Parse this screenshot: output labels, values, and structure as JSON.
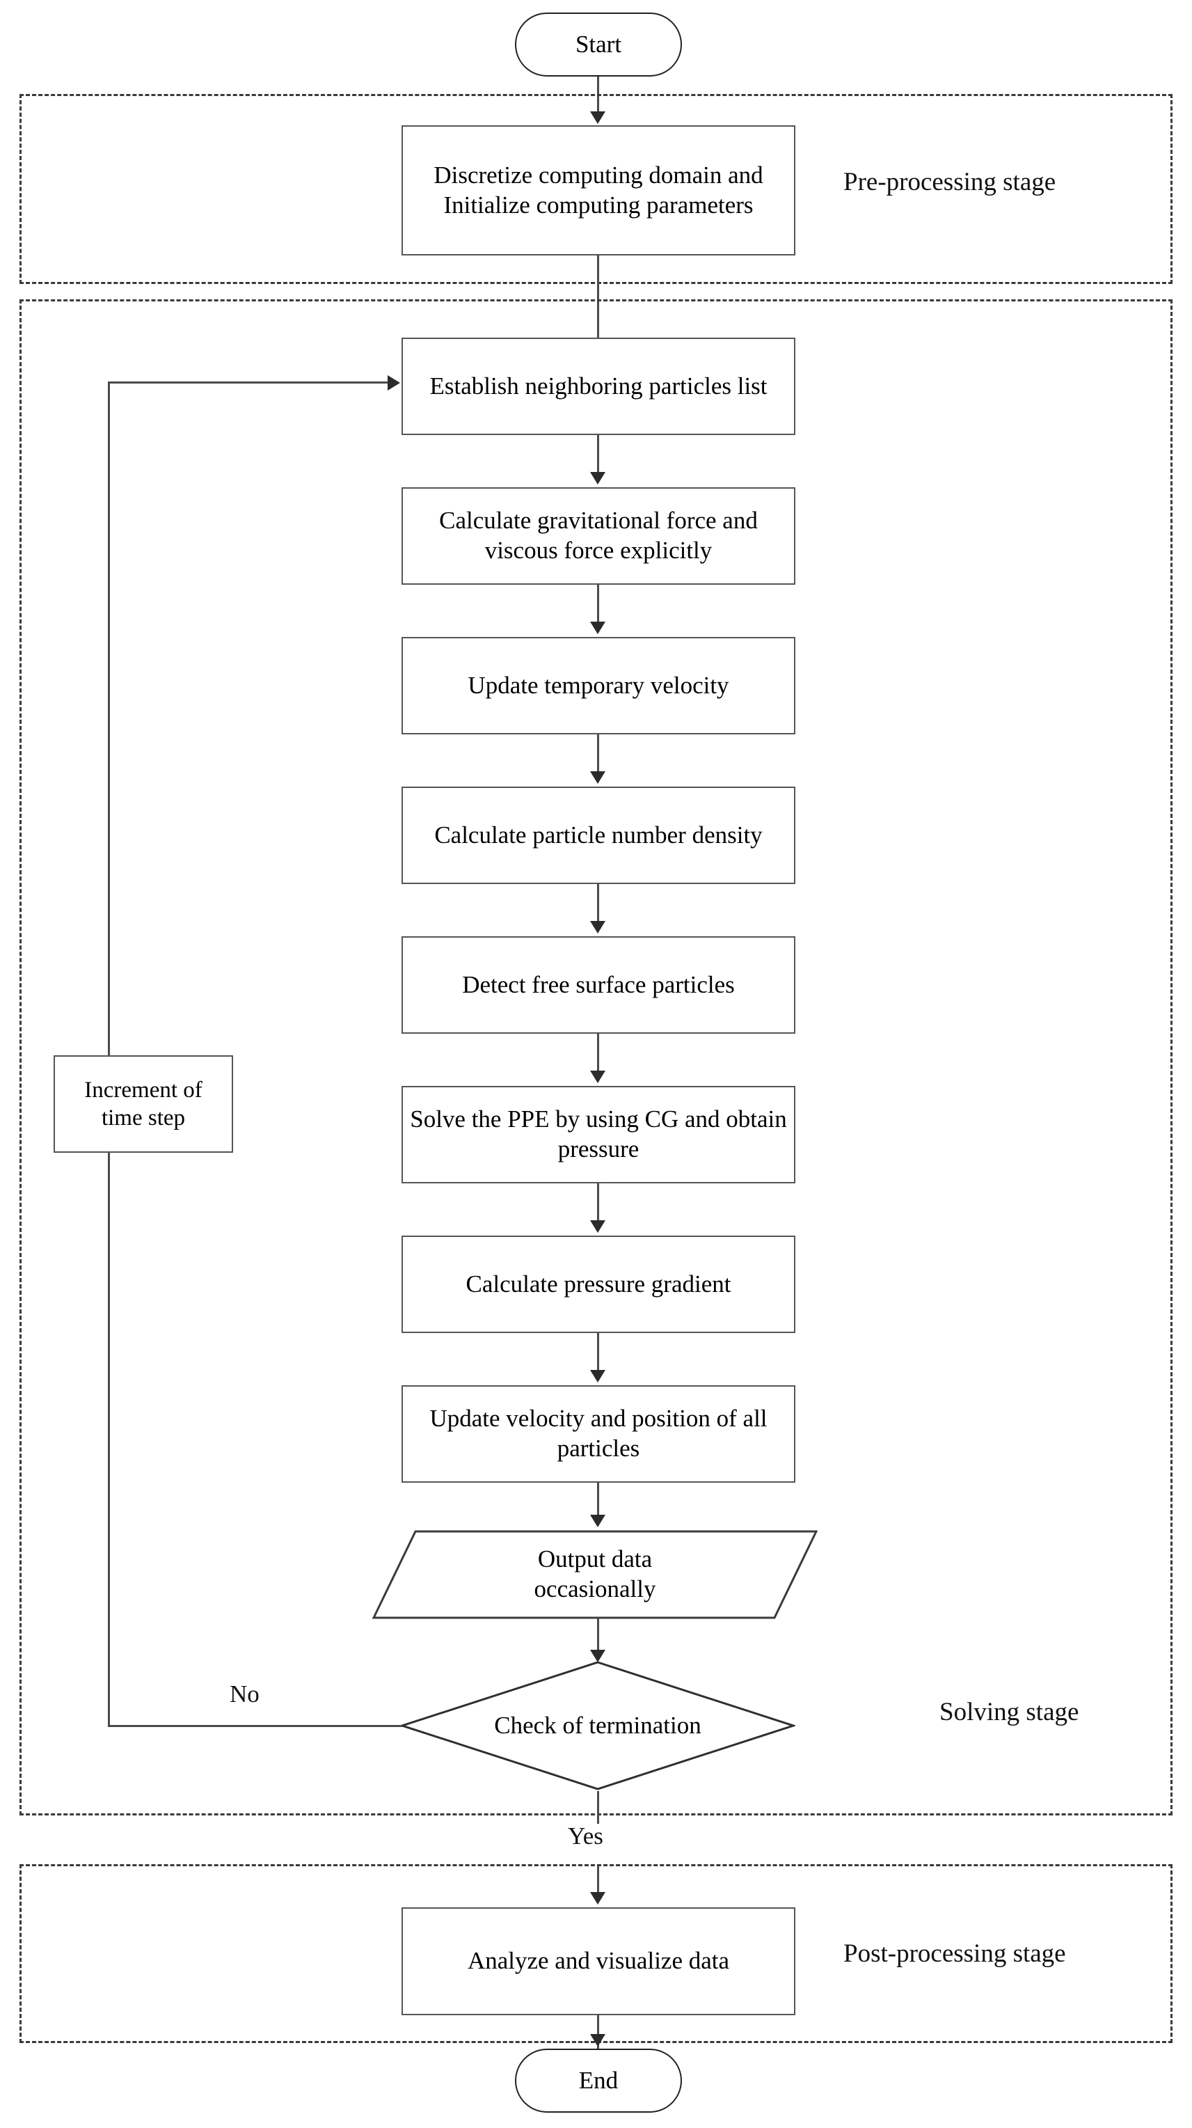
{
  "diagram": {
    "title": "MPS solver computational flowchart",
    "stages": [
      {
        "id": "pre",
        "label": "Pre-processing stage"
      },
      {
        "id": "solve",
        "label": "Solving stage"
      },
      {
        "id": "post",
        "label": "Post-processing stage"
      }
    ],
    "terminators": {
      "start": "Start",
      "end": "End"
    },
    "process_steps": [
      {
        "id": "discretize",
        "text": "Discretize computing domain and Initialize computing parameters"
      },
      {
        "id": "neighbor-list",
        "text": "Establish neighboring particles list"
      },
      {
        "id": "gravity-viscous",
        "text": "Calculate gravitational force and viscous force explicitly"
      },
      {
        "id": "temp-velocity",
        "text": "Update temporary velocity"
      },
      {
        "id": "particle-number-density",
        "text": "Calculate particle number density"
      },
      {
        "id": "free-surface",
        "text": "Detect free surface particles"
      },
      {
        "id": "solve-ppe",
        "text": "Solve the PPE by using CG and obtain pressure"
      },
      {
        "id": "pressure-gradient",
        "text": "Calculate pressure gradient"
      },
      {
        "id": "update-velocity-position",
        "text": "Update velocity and position of all particles"
      },
      {
        "id": "analyze",
        "text": "Analyze  and visualize data"
      }
    ],
    "io_step": {
      "id": "output-data",
      "line1": "Output data",
      "line2": "occasionally"
    },
    "decision": {
      "id": "check-termination",
      "text": "Check of termination"
    },
    "loop_step": {
      "id": "increment-time-step",
      "line1": "Increment of",
      "line2": "time step"
    },
    "edge_labels": {
      "no": "No",
      "yes": "Yes"
    },
    "colors": {
      "box_border": "#555555",
      "dashed_border": "#3a3a3a",
      "connector": "#4a4a4a",
      "text": "#111111",
      "background": "#ffffff"
    }
  }
}
